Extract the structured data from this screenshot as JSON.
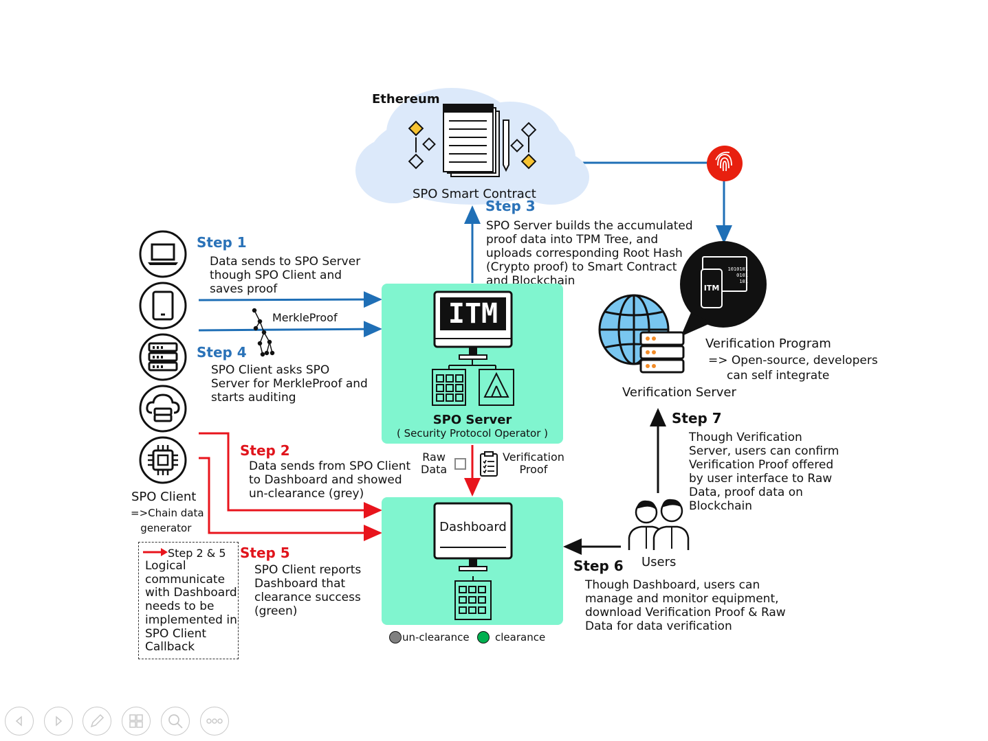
{
  "cloud": {
    "title": "Ethereum",
    "contract_label": "SPO Smart Contract"
  },
  "steps": {
    "s1": {
      "title": "Step 1",
      "text": "Data sends to SPO Server\nthough SPO Client and\nsaves proof"
    },
    "s2": {
      "title": "Step 2",
      "text": "Data sends from SPO Client\nto Dashboard and showed\nun-clearance (grey)"
    },
    "s3": {
      "title": "Step 3",
      "text": "SPO Server builds the accumulated\nproof data into TPM Tree, and\nuploads corresponding Root Hash\n(Crypto proof) to Smart Contract\nand Blockchain"
    },
    "s4": {
      "title": "Step 4",
      "text": "SPO Client asks SPO\nServer for MerkleProof and\nstarts auditing"
    },
    "s5": {
      "title": "Step 5",
      "text": "SPO Client reports\nDashboard that\nclearance success\n(green)"
    },
    "s6": {
      "title": "Step 6",
      "text": "Though Dashboard, users can\nmanage and monitor equipment,\ndownload Verification Proof & Raw\nData for data verification"
    },
    "s7": {
      "title": "Step 7",
      "text": "Though Verification\nServer, users can confirm\nVerification Proof offered\nby user interface to Raw\nData, proof data on\nBlockchain"
    }
  },
  "merkle_label": "MerkleProof",
  "spo_server": {
    "logo": "ITM",
    "name": "SPO Server",
    "subtitle": "( Security Protocol Operator )"
  },
  "raw_data_label": "Raw\nData",
  "verification_proof_label": "Verification\nProof",
  "dashboard": {
    "screen_label": "Dashboard"
  },
  "legend": {
    "unclear_label": "un-clearance",
    "clear_label": "clearance",
    "unclear_color": "#808080",
    "clear_color": "#00b050"
  },
  "spo_client": {
    "name": "SPO Client",
    "desc": "=>Chain data\n   generator"
  },
  "note": {
    "arrow_label": "Step 2 & 5",
    "text": "Logical\ncommunicate\nwith Dashboard\nneeds to be\nimplemented in\nSPO Client\nCallback"
  },
  "verification": {
    "program_title": "Verification Program",
    "program_desc": "=> Open-source, developers\n     can self integrate",
    "server_label": "Verification Server",
    "bubble_logo": "ITM",
    "bubble_bits": "1010101\n0101\n101"
  },
  "users_label": "Users",
  "colors": {
    "blue": "#1f6fb6",
    "red": "#e8141c",
    "green": "#80f5cf",
    "fingerprint": "#e8200f"
  },
  "nav_icons": [
    "prev-icon",
    "next-icon",
    "pen-icon",
    "slides-icon",
    "zoom-icon",
    "more-icon"
  ]
}
